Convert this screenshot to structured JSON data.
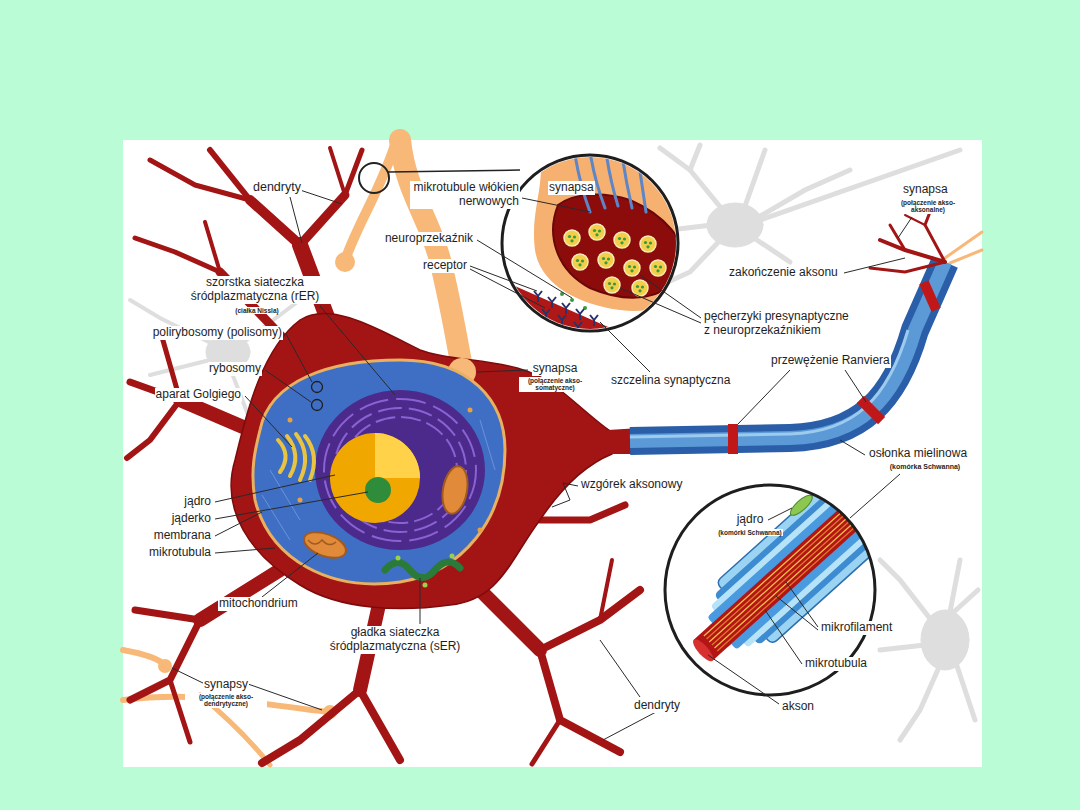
{
  "diagram": {
    "labels": [
      "dendryty",
      "mikrotubule włókien nerwowych",
      "synapsa",
      "neuroprzekaźnik",
      "receptor",
      "synapsa",
      "(połączenie akso-aksonalne)",
      "zakończenie aksonu",
      "szorstka siateczka śródplazmatyczna (rER)",
      "(ciałka Nissla)",
      "polirybosomy (polisomy)",
      "rybosomy",
      "aparat Golgiego",
      "pęcherzyki presynaptyczne z neuroprzekaźnikiem",
      "synapsa",
      "(połączenie akso-somatyczne)",
      "szczelina synaptyczna",
      "przewężenie Ranviera",
      "osłonka mielinowa",
      "(komórka Schwanna)",
      "wzgórek aksonowy",
      "jądro",
      "jąderko",
      "membrana",
      "mikrotubula",
      "jądro",
      "(komórki Schwanna)",
      "mitochondrium",
      "mikrofilament",
      "gładka siateczka śródplazmatyczna (sER)",
      "mikrotubula",
      "akson",
      "synapsy",
      "(połączenie akso-dendrytyczne)",
      "dendryty"
    ]
  }
}
